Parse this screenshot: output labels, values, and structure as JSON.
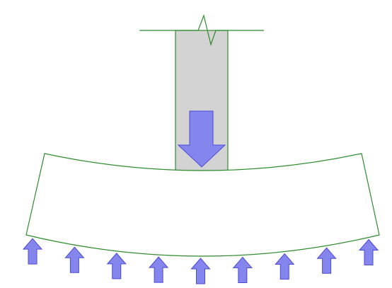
{
  "diagram": {
    "description_visible_text": "",
    "colors": {
      "outline": "#2e8b2e",
      "column_fill": "#d3d3d3",
      "arrow_fill": "#8585ee",
      "arrow_stroke": "#4a4ad6",
      "background": "#ffffff"
    },
    "elements": {
      "column": "column",
      "break_line": "break-line",
      "footing": "footing",
      "load_arrow": "down-arrow-icon",
      "reaction_arrows": "up-arrow-icon",
      "reaction_arrow_count": 9
    }
  }
}
